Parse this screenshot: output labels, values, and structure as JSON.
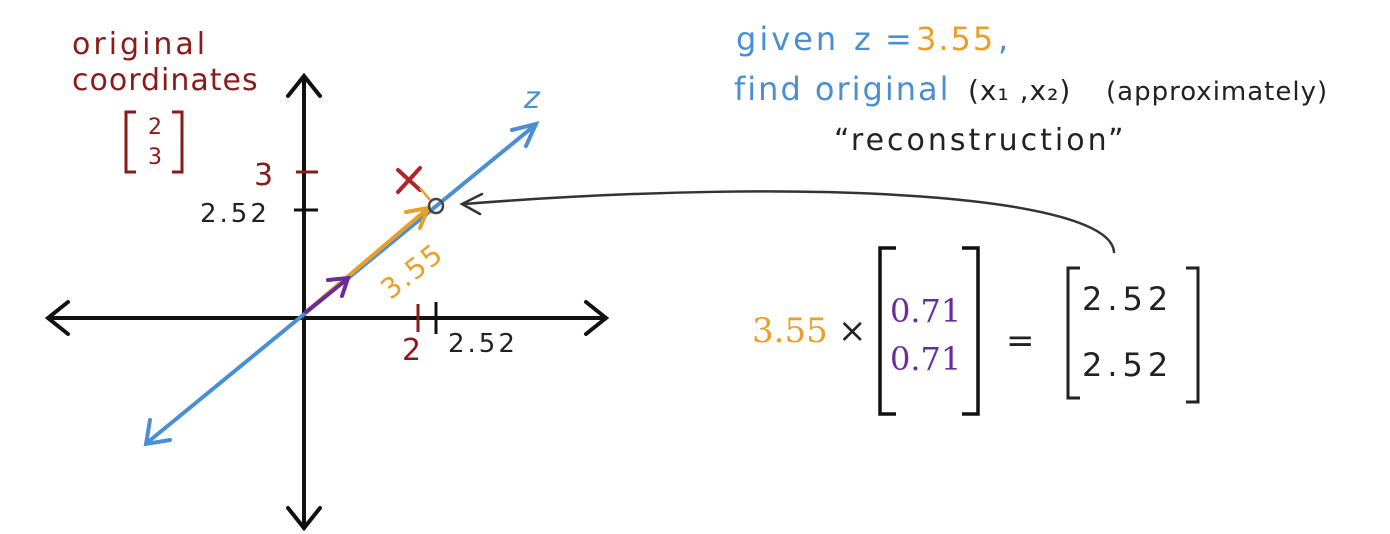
{
  "original_label": {
    "line1": "original",
    "line2": "coordinates",
    "vec_top": "2",
    "vec_bottom": "3"
  },
  "axis": {
    "z_label": "z",
    "y_tick_3": "3",
    "y_tick_252": "2.52",
    "x_tick_2": "2",
    "x_tick_252": "2.52"
  },
  "projection": {
    "length_label": "3.55"
  },
  "prompt": {
    "given": "given",
    "z_eq": "z =",
    "z_value": "3.55",
    "comma": ",",
    "find_original": "find original",
    "coords": "(x₁ ,x₂)",
    "approx": "(approximately)",
    "reconstruction": "“reconstruction”"
  },
  "equation": {
    "scalar": "3.55",
    "times": "×",
    "u1": "0.71",
    "u2": "0.71",
    "equals": "=",
    "r1": "2.52",
    "r2": "2.52"
  },
  "colors": {
    "red": "#8b1a1a",
    "blue": "#4a8fd4",
    "orange": "#e8a028",
    "purple": "#6a2c9a",
    "dark": "#222222"
  }
}
